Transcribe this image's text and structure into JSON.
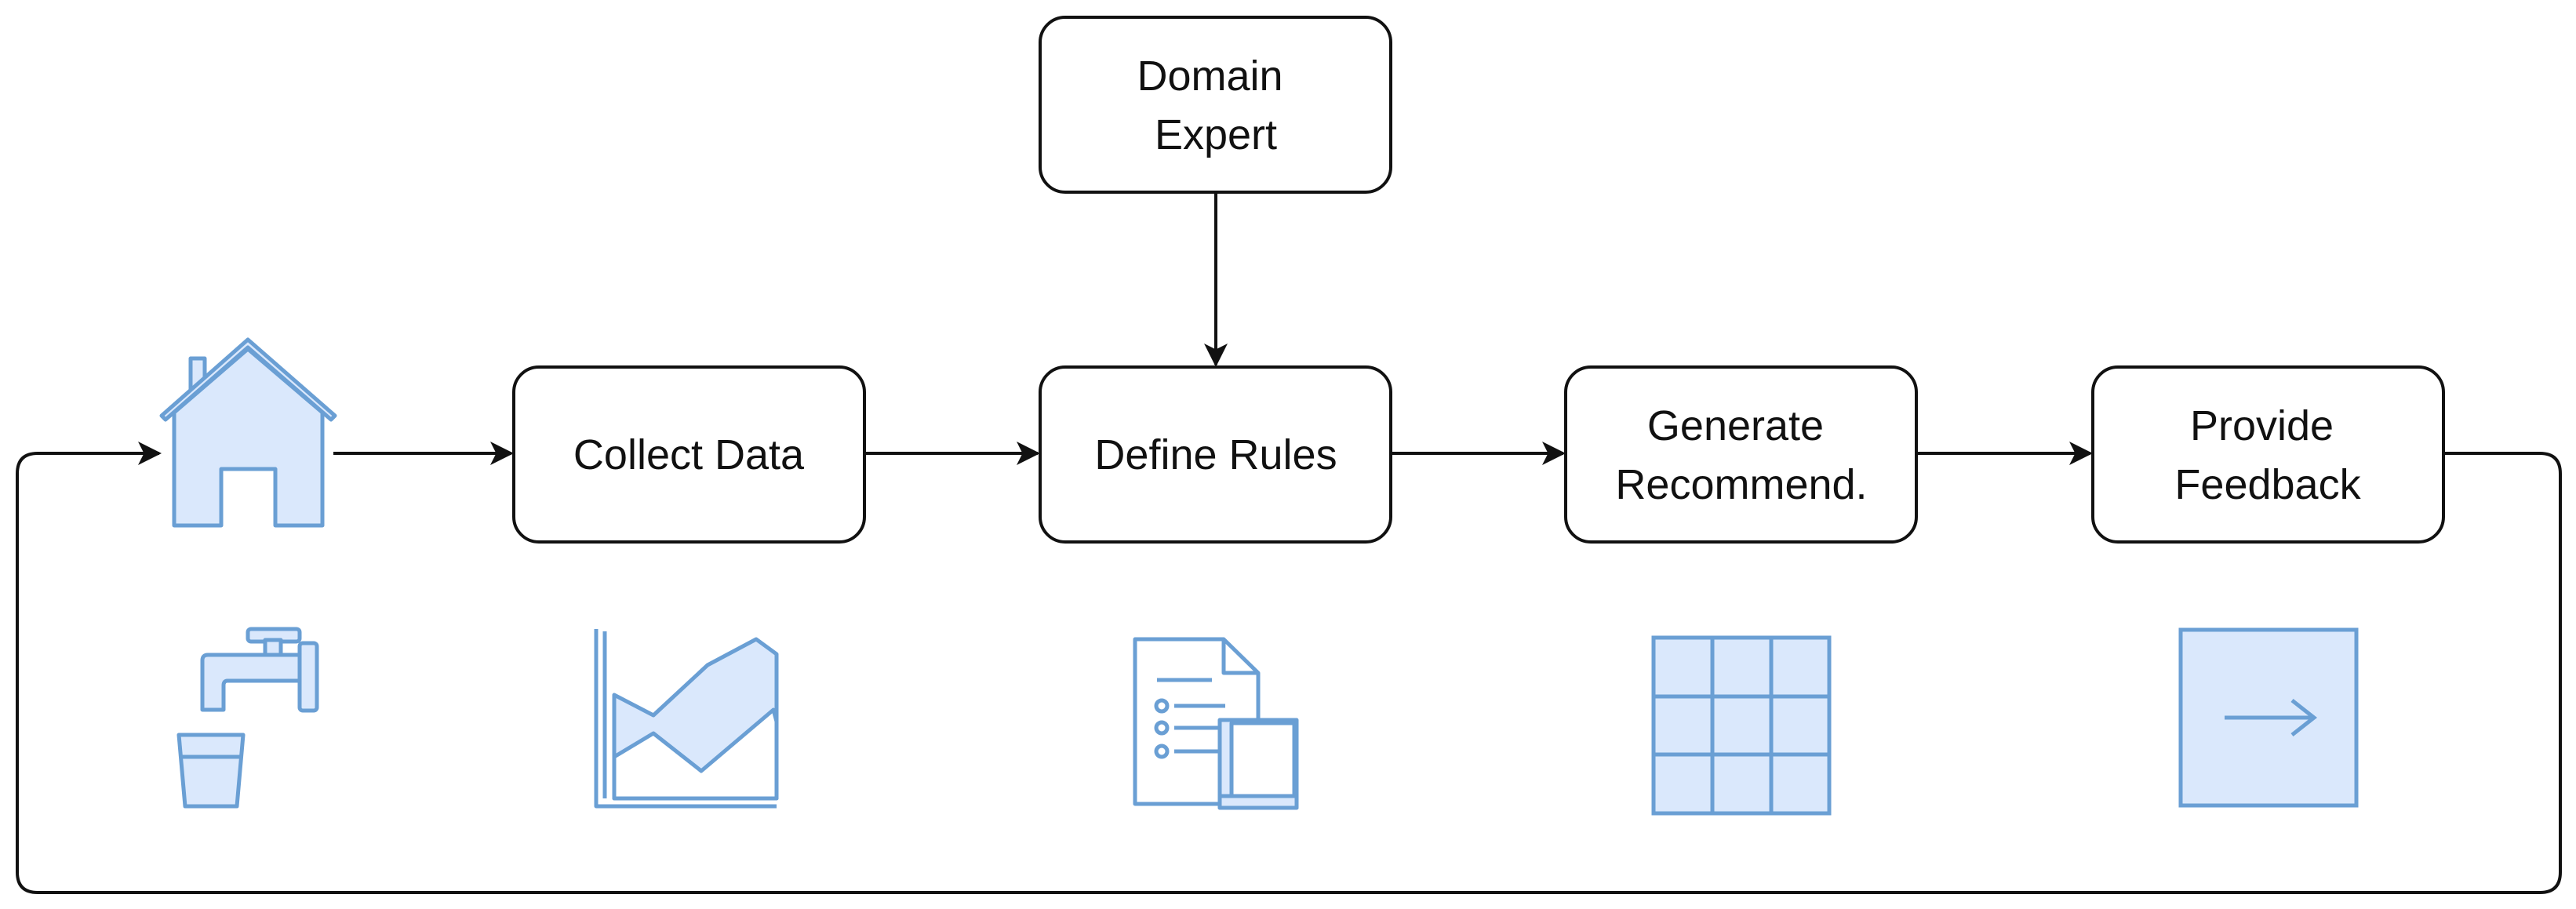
{
  "nodes": {
    "domain_expert": {
      "lines": [
        "Domain",
        "Expert"
      ]
    },
    "collect_data": {
      "lines": [
        "Collect Data"
      ]
    },
    "define_rules": {
      "lines": [
        "Define Rules"
      ]
    },
    "generate_recommend": {
      "lines": [
        "Generate",
        "Recommend."
      ]
    },
    "provide_feedback": {
      "lines": [
        "Provide",
        "Feedback"
      ]
    }
  },
  "icons": [
    "house-icon",
    "water-tap-icon",
    "area-chart-icon",
    "document-list-icon",
    "grid-table-icon",
    "arrow-square-icon"
  ],
  "colors": {
    "stroke": "#111111",
    "icon_stroke": "#6a9fd4",
    "icon_fill": "#dae8fc"
  }
}
